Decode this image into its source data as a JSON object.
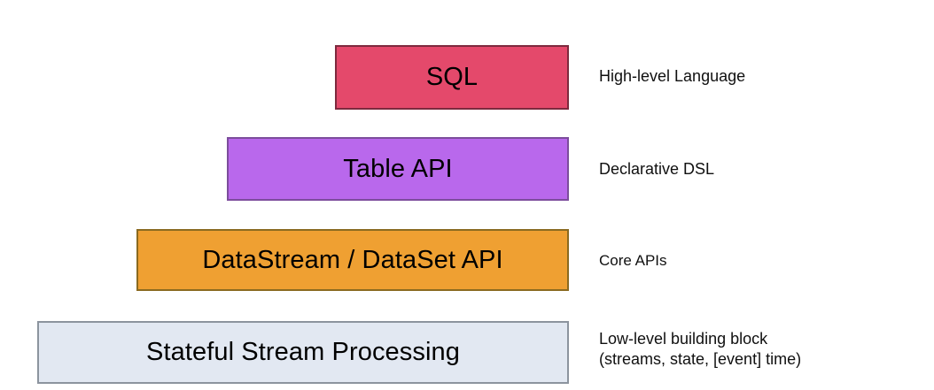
{
  "diagram": {
    "type": "layered-stack",
    "background_color": "#ffffff",
    "layers": [
      {
        "id": "sql",
        "box_text": "SQL",
        "side_label": "High-level Language",
        "fill_color": "#e4496b",
        "border_color": "#7d2a3e",
        "level": 1
      },
      {
        "id": "table-api",
        "box_text": "Table API",
        "side_label": "Declarative DSL",
        "fill_color": "#b968ec",
        "border_color": "#7c4d9c",
        "level": 2
      },
      {
        "id": "datastream",
        "box_text": "DataStream / DataSet API",
        "side_label": "Core APIs",
        "fill_color": "#efa032",
        "border_color": "#8a6a20",
        "level": 3
      },
      {
        "id": "stateful",
        "box_text": "Stateful Stream Processing",
        "side_label_line1": "Low-level building block",
        "side_label_line2": "(streams, state, [event] time)",
        "fill_color": "#e2e8f2",
        "border_color": "#8c949e",
        "level": 4
      }
    ]
  }
}
